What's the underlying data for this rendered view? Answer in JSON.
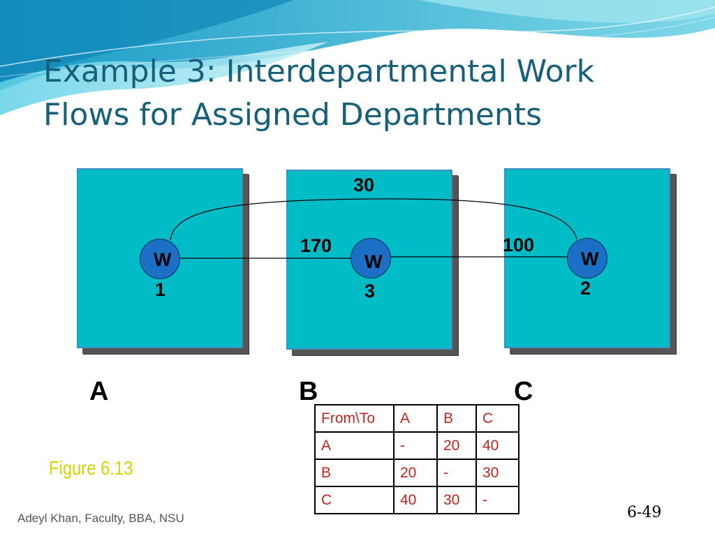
{
  "title": "Example 3: Interdepartmental Work Flows for Assigned Departments",
  "departments": [
    {
      "id": "A",
      "label": "A"
    },
    {
      "id": "B",
      "label": "B"
    },
    {
      "id": "C",
      "label": "C"
    }
  ],
  "workcenters": [
    {
      "id": "W1",
      "line1": "W",
      "line2": "1",
      "department": "A"
    },
    {
      "id": "W3",
      "line1": "W",
      "line2": "3",
      "department": "B"
    },
    {
      "id": "W2",
      "line1": "W",
      "line2": "2",
      "department": "C"
    }
  ],
  "flows": [
    {
      "from": "W1",
      "to": "W3",
      "value": "170"
    },
    {
      "from": "W3",
      "to": "W2",
      "value": "100"
    },
    {
      "from": "W1",
      "to": "W2",
      "value": "30"
    }
  ],
  "figure_caption": "Figure 6.13",
  "table": {
    "header": [
      "From\\To",
      "A",
      "B",
      "C"
    ],
    "rows": [
      [
        "A",
        "-",
        "20",
        "40"
      ],
      [
        "B",
        "20",
        "-",
        "30"
      ],
      [
        "C",
        "40",
        "30",
        "-"
      ]
    ]
  },
  "footer": "Adeyl Khan, Faculty, BBA, NSU",
  "page_number": "6-49",
  "colors": {
    "title": "#17607a",
    "department_fill": "#00bcc7",
    "workcenter_fill": "#1b6fc4",
    "table_text": "#c0261c",
    "caption": "#d4d400"
  }
}
